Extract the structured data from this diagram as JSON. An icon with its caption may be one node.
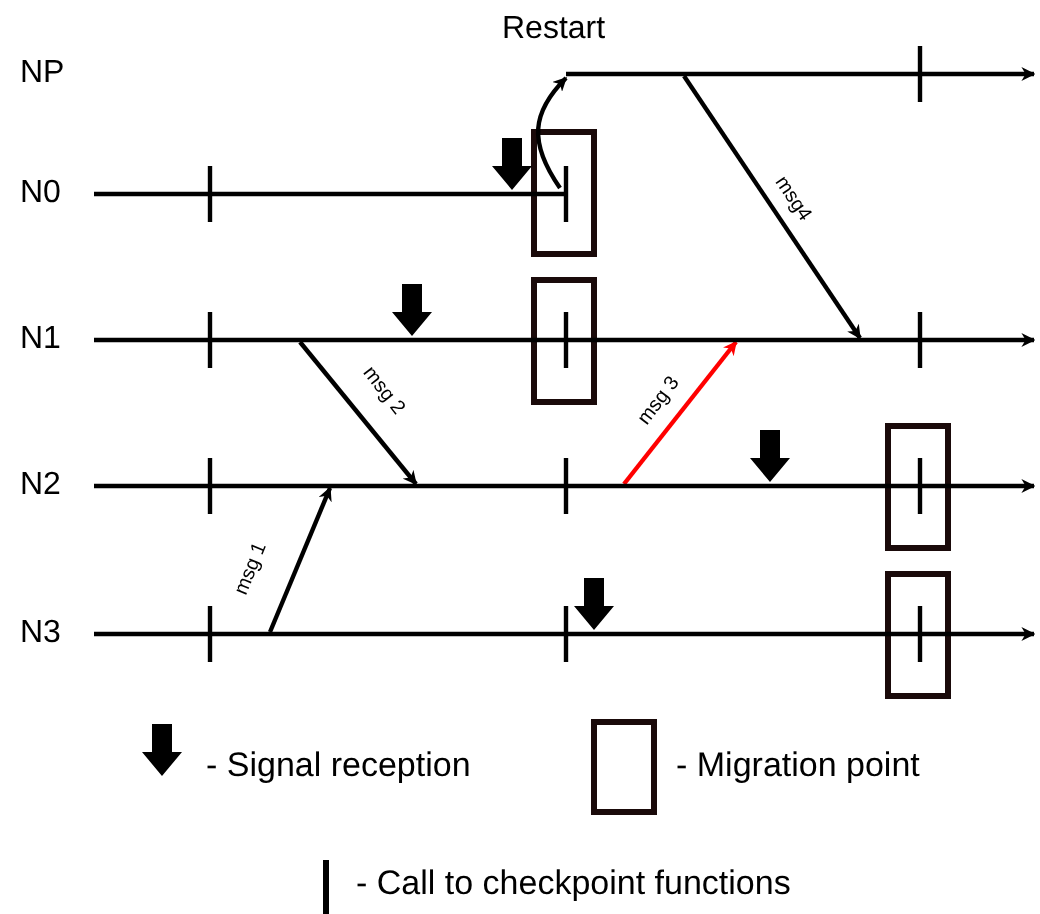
{
  "diagram": {
    "nodes": [
      {
        "text": [
          "NP"
        ]
      },
      {
        "text": [
          "N0"
        ]
      },
      {
        "text": [
          "N1"
        ]
      },
      {
        "text": [
          "N2"
        ]
      },
      {
        "text": [
          "N3"
        ]
      }
    ],
    "edges": [
      {
        "from": 1,
        "to": 0,
        "arrow": "to",
        "label": "Restart"
      },
      {
        "from": 0,
        "to": 2,
        "arrow": "to",
        "label": "msg4"
      },
      {
        "from": 2,
        "to": 3,
        "arrow": "to",
        "label": "msg 2"
      },
      {
        "from": 3,
        "to": 2,
        "arrow": "to",
        "label": "msg 3",
        "color": "#ff0000"
      },
      {
        "from": 4,
        "to": 3,
        "arrow": "to",
        "label": "msg 1"
      }
    ],
    "legend": [
      {
        "text": "- Signal reception"
      },
      {
        "text": "- Migration point"
      },
      {
        "text": "- Call to checkpoint functions"
      }
    ]
  }
}
